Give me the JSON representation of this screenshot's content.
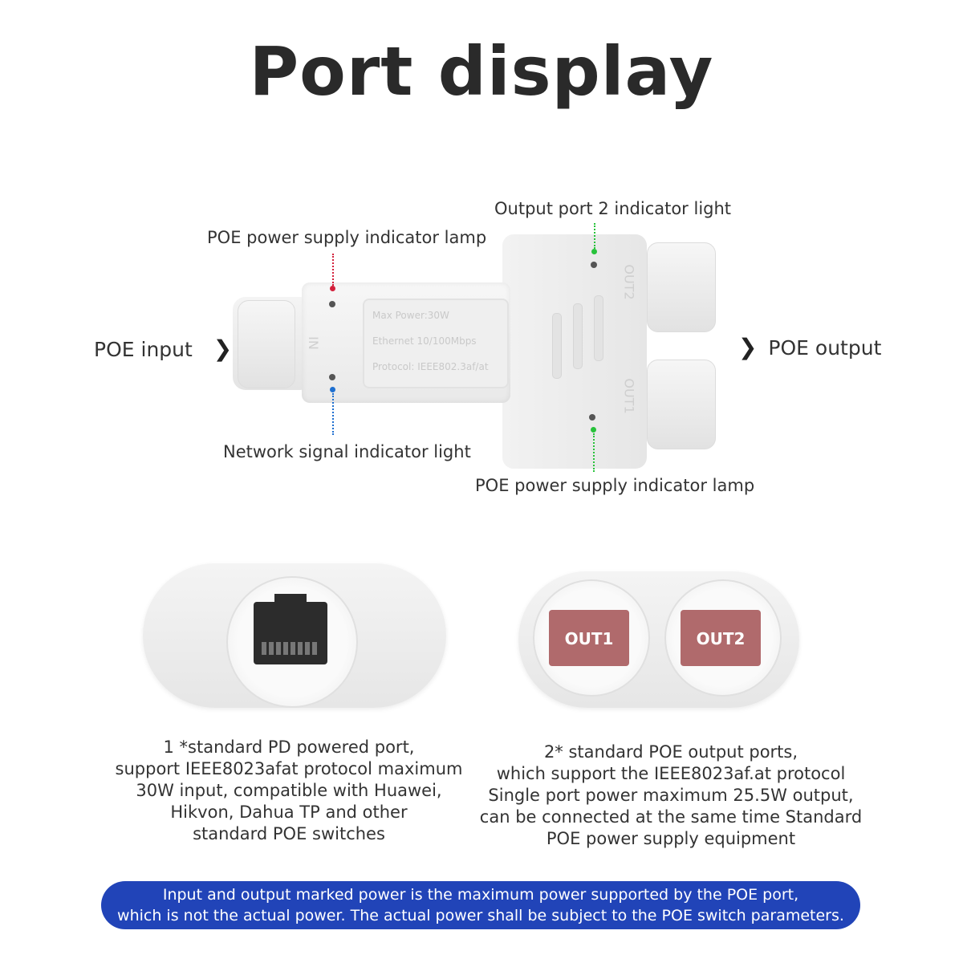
{
  "title": "Port display",
  "labels": {
    "poe_input": "POE input",
    "poe_output": "POE output",
    "poe_lamp_top": "POE power supply indicator lamp",
    "network_light": "Network signal indicator light",
    "out2_light": "Output port 2 indicator light",
    "poe_lamp_bottom": "POE power supply indicator lamp"
  },
  "device": {
    "spec_lines": [
      "Max Power:30W",
      "Ethernet 10/100Mbps",
      "Protocol: IEEE802.3af/at"
    ],
    "in_mark": "IN",
    "out2_mark": "OUT2",
    "out1_mark": "OUT1"
  },
  "ports": {
    "out1": "OUT1",
    "out2": "OUT2"
  },
  "descriptions": {
    "input": [
      "1 *standard PD powered port,",
      "support IEEE8023afat protocol maximum",
      "30W input, compatible with Huawei,",
      "Hikvon, Dahua TP and other",
      "standard POE switches"
    ],
    "output": [
      "2* standard POE output ports,",
      "which support the IEEE8023af.at protocol",
      "Single port power maximum 25.5W output,",
      "can be connected at the same time Standard",
      "POE power supply equipment"
    ]
  },
  "banner": {
    "line1": "Input and output marked power is the maximum power supported by the POE port,",
    "line2": "which is not the actual power. The actual power shall be subject to the POE switch parameters."
  },
  "colors": {
    "red_indicator": "#d3203b",
    "blue_indicator": "#1e6fd0",
    "green_indicator": "#27c23a",
    "banner": "#2144b8",
    "port_red": "#b06a6c"
  }
}
